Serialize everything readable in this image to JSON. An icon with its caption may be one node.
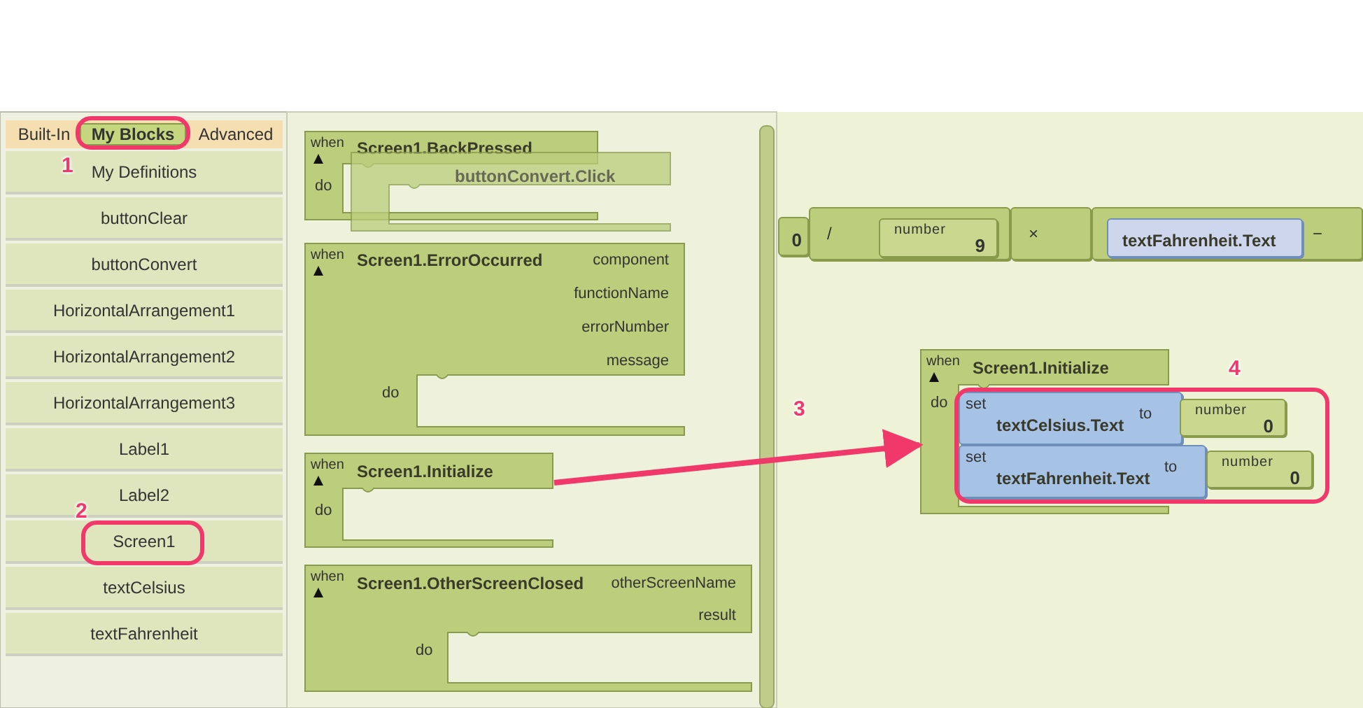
{
  "diagram": {
    "nodes": [
      {
        "text": [
          "Built-In"
        ]
      },
      {
        "text": [
          "My Blocks"
        ]
      },
      {
        "text": [
          "Advanced"
        ]
      },
      {
        "text": [
          "My Definitions"
        ]
      },
      {
        "text": [
          "buttonClear"
        ]
      },
      {
        "text": [
          "buttonConvert"
        ]
      },
      {
        "text": [
          "HorizontalArrangement1"
        ]
      },
      {
        "text": [
          "HorizontalArrangement2"
        ]
      },
      {
        "text": [
          "HorizontalArrangement3"
        ]
      },
      {
        "text": [
          "Label1"
        ]
      },
      {
        "text": [
          "Label2"
        ]
      },
      {
        "text": [
          "Screen1"
        ]
      },
      {
        "text": [
          "textCelsius"
        ]
      },
      {
        "text": [
          "textFahrenheit"
        ]
      },
      {
        "text": [
          "when",
          "Screen1.BackPressed",
          "do"
        ]
      },
      {
        "text": [
          "buttonConvert.Click"
        ]
      },
      {
        "text": [
          "when",
          "Screen1.ErrorOccurred",
          "component",
          "functionName",
          "errorNumber",
          "message",
          "do"
        ]
      },
      {
        "text": [
          "when",
          "Screen1.Initialize",
          "do"
        ]
      },
      {
        "text": [
          "when",
          "Screen1.OtherScreenClosed",
          "otherScreenName",
          "result",
          "do"
        ]
      },
      {
        "text": [
          "0"
        ]
      },
      {
        "text": [
          "/"
        ]
      },
      {
        "text": [
          "number",
          "9"
        ],
        "in": 20
      },
      {
        "text": [
          "×"
        ]
      },
      {
        "text": [
          "−"
        ]
      },
      {
        "text": [
          "textFahrenheit.Text"
        ],
        "in": 23
      },
      {
        "text": [
          "when",
          "Screen1.Initialize",
          "do"
        ]
      },
      {
        "text": [
          "set",
          "textCelsius.Text",
          "to"
        ],
        "in": 25
      },
      {
        "text": [
          "number",
          "0"
        ]
      },
      {
        "text": [
          "set",
          "textFahrenheit.Text",
          "to"
        ],
        "in": 25
      },
      {
        "text": [
          "number",
          "0"
        ]
      }
    ],
    "edges": [
      {
        "from": 17,
        "to": 25,
        "arrow": "to"
      }
    ],
    "labels": [
      "1",
      "2",
      "3",
      "4"
    ]
  }
}
